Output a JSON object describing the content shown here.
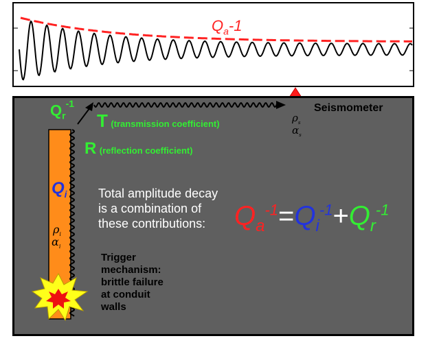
{
  "top_panel": {
    "label_Q": "Q",
    "label_sub": "a",
    "label_exp": "-1"
  },
  "conduit": {
    "q_r_Q": "Q",
    "q_r_sub": "r",
    "q_r_exp": "-1",
    "q_i_Q": "Q",
    "q_i_sub": "i",
    "rho_sym": "ρ",
    "alpha_sym": "α",
    "sub_i": "i"
  },
  "coefficients": {
    "t_letter": "T",
    "t_text": "(transmission coefficient)",
    "r_letter": "R",
    "r_text": "(reflection coefficient)"
  },
  "seismometer": {
    "label": "Seismometer",
    "rho_sym": "ρ",
    "alpha_sym": "α",
    "sub_s": "s"
  },
  "description": {
    "line1": "Total amplitude decay",
    "line2": "is a combination of",
    "line3": "these contributions:"
  },
  "equation": {
    "qa": "Q",
    "qa_sub": "a",
    "qa_exp": "-1",
    "equals": "=",
    "qi": "Q",
    "qi_sub": "i",
    "qi_exp": "-1",
    "plus": "+",
    "qr": "Q",
    "qr_sub": "r",
    "qr_exp": "-1"
  },
  "trigger": {
    "line1": "Trigger",
    "line2": "mechanism:",
    "line3": "brittle failure",
    "line4": "at conduit",
    "line5": "walls"
  },
  "colors": {
    "red": "#ff2222",
    "blue": "#2233dd",
    "green": "#33ee33",
    "orange": "#ff8c1a",
    "panel_bg": "#5f5f5f"
  }
}
